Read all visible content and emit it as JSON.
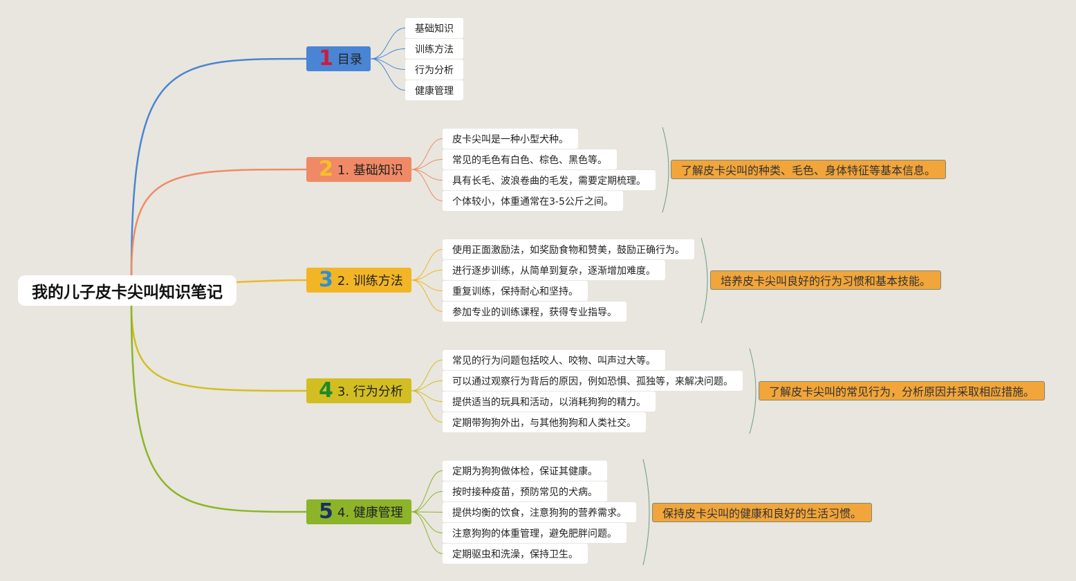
{
  "root": {
    "label": "我的儿子皮卡尖叫知识笔记"
  },
  "branches": [
    {
      "number": "1",
      "label": "目录",
      "color": "#4a84d4",
      "badge_color": "#d01a3a",
      "leaves": [
        "基础知识",
        "训练方法",
        "行为分析",
        "健康管理"
      ]
    },
    {
      "number": "2",
      "label": "1. 基础知识",
      "color": "#f08a66",
      "badge_color": "#f5c12a",
      "leaves": [
        "皮卡尖叫是一种小型犬种。",
        "常见的毛色有白色、棕色、黑色等。",
        "具有长毛、波浪卷曲的毛发，需要定期梳理。",
        "个体较小，体重通常在3-5公斤之间。"
      ],
      "summary": "了解皮卡尖叫的种类、毛色、身体特征等基本信息。"
    },
    {
      "number": "3",
      "label": "2. 训练方法",
      "color": "#f2b526",
      "badge_color": "#2e8fd0",
      "leaves": [
        "使用正面激励法，如奖励食物和赞美，鼓励正确行为。",
        "进行逐步训练，从简单到复杂，逐渐增加难度。",
        "重复训练，保持耐心和坚持。",
        "参加专业的训练课程，获得专业指导。"
      ],
      "summary": "培养皮卡尖叫良好的行为习惯和基本技能。"
    },
    {
      "number": "4",
      "label": "3. 行为分析",
      "color": "#d2be22",
      "badge_color": "#1f8a2a",
      "leaves": [
        "常见的行为问题包括咬人、咬物、叫声过大等。",
        "可以通过观察行为背后的原因，例如恐惧、孤独等，来解决问题。",
        "提供适当的玩具和活动，以消耗狗狗的精力。",
        "定期带狗狗外出，与其他狗狗和人类社交。"
      ],
      "summary": "了解皮卡尖叫的常见行为，分析原因并采取相应措施。"
    },
    {
      "number": "5",
      "label": "4. 健康管理",
      "color": "#8cb428",
      "badge_color": "#1a2f66",
      "leaves": [
        "定期为狗狗做体检，保证其健康。",
        "按时接种疫苗，预防常见的犬病。",
        "提供均衡的饮食，注意狗狗的营养需求。",
        "注意狗狗的体重管理，避免肥胖问题。",
        "定期驱虫和洗澡，保持卫生。"
      ],
      "summary": "保持皮卡尖叫的健康和良好的生活习惯。"
    }
  ],
  "colors": {
    "background": "#e8e6de",
    "summary_fill": "#f1a53a",
    "bracket": "#6f9a7c"
  }
}
